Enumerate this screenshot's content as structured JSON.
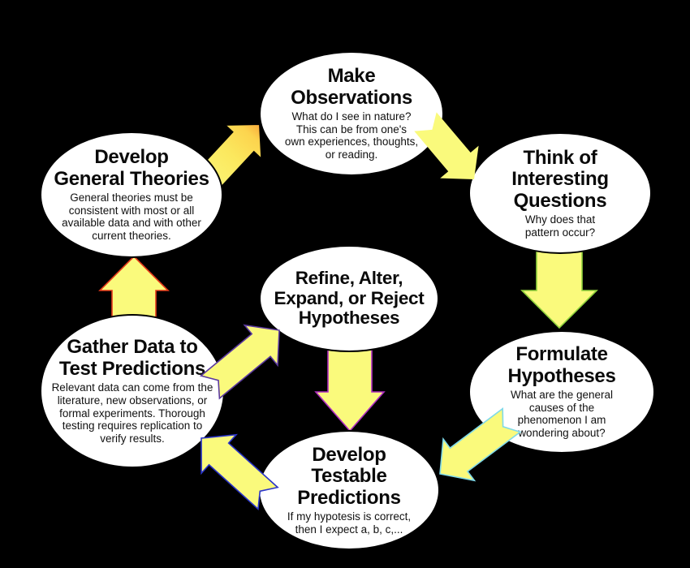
{
  "diagram": {
    "subject": "Scientific Method Cycle",
    "colors": {
      "background": "#000000",
      "node_fill": "#FFFFFF",
      "node_border": "#000000",
      "arrow_fill": "#FAFA7C",
      "arrow_gradient_tail": "#FAF97E",
      "arrow_gradient_mid": "#FBE85E",
      "arrow_gradient_tip": "#F9A93B"
    },
    "nodes": [
      {
        "id": "make-observations",
        "title": "Make\nObservations",
        "subtitle": "What do I see in nature?\nThis can be from one's\nown experiences, thoughts,\nor reading."
      },
      {
        "id": "think-questions",
        "title": "Think of\nInteresting\nQuestions",
        "subtitle": "Why does that\npattern occur?"
      },
      {
        "id": "formulate-hypotheses",
        "title": "Formulate\nHypotheses",
        "subtitle": "What are the general\ncauses of the\nphenomenon I am\nwondering about?"
      },
      {
        "id": "develop-predictions",
        "title": "Develop\nTestable\nPredictions",
        "subtitle": "If my hypotesis is correct,\nthen I expect a, b, c,..."
      },
      {
        "id": "gather-data",
        "title": "Gather Data to\nTest Predictions",
        "subtitle": "Relevant data can come from the\nliterature, new observations, or\nformal experiments.  Thorough\ntesting requires replication to\nverify results."
      },
      {
        "id": "refine-hypotheses",
        "title": "Refine, Alter,\nExpand, or Reject\nHypotheses",
        "subtitle": ""
      },
      {
        "id": "general-theories",
        "title": "Develop\nGeneral Theories",
        "subtitle": "General theories must be\nconsistent with most or all\navailable data and with other\ncurrent theories."
      }
    ],
    "arrows": [
      {
        "from": "general-theories",
        "to": "make-observations",
        "edge_color": "#000000",
        "style": "gradient"
      },
      {
        "from": "make-observations",
        "to": "think-questions",
        "edge_color": "none",
        "style": "flat"
      },
      {
        "from": "think-questions",
        "to": "formulate-hypotheses",
        "edge_color": "#90D33C",
        "style": "flat"
      },
      {
        "from": "formulate-hypotheses",
        "to": "develop-predictions",
        "edge_color": "#7FD9E8",
        "style": "flat"
      },
      {
        "from": "develop-predictions",
        "to": "gather-data",
        "edge_color": "#2B35C9",
        "style": "flat"
      },
      {
        "from": "gather-data",
        "to": "general-theories",
        "edge_color": "#E6391B",
        "style": "flat"
      },
      {
        "from": "gather-data",
        "to": "refine-hypotheses",
        "edge_color": "#5C3AA0",
        "style": "flat"
      },
      {
        "from": "refine-hypotheses",
        "to": "develop-predictions",
        "edge_color": "#AF2EC1",
        "style": "flat"
      }
    ]
  }
}
